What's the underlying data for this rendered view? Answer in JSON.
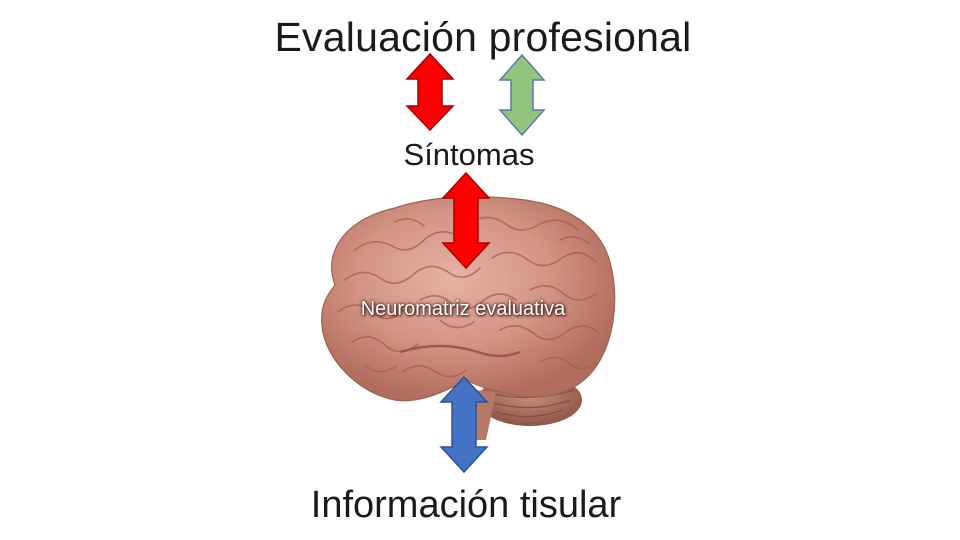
{
  "slide": {
    "top_label": "Evaluación profesional",
    "middle_label": "Síntomas",
    "brain_label": "Neuromatriz evaluativa",
    "bottom_label": "Información tisular"
  },
  "colors": {
    "background": "#ffffff",
    "arrow_red": "#ff0000",
    "arrow_green": "#93c47d",
    "arrow_blue": "#4472c4",
    "brain": "#d79b8c"
  }
}
